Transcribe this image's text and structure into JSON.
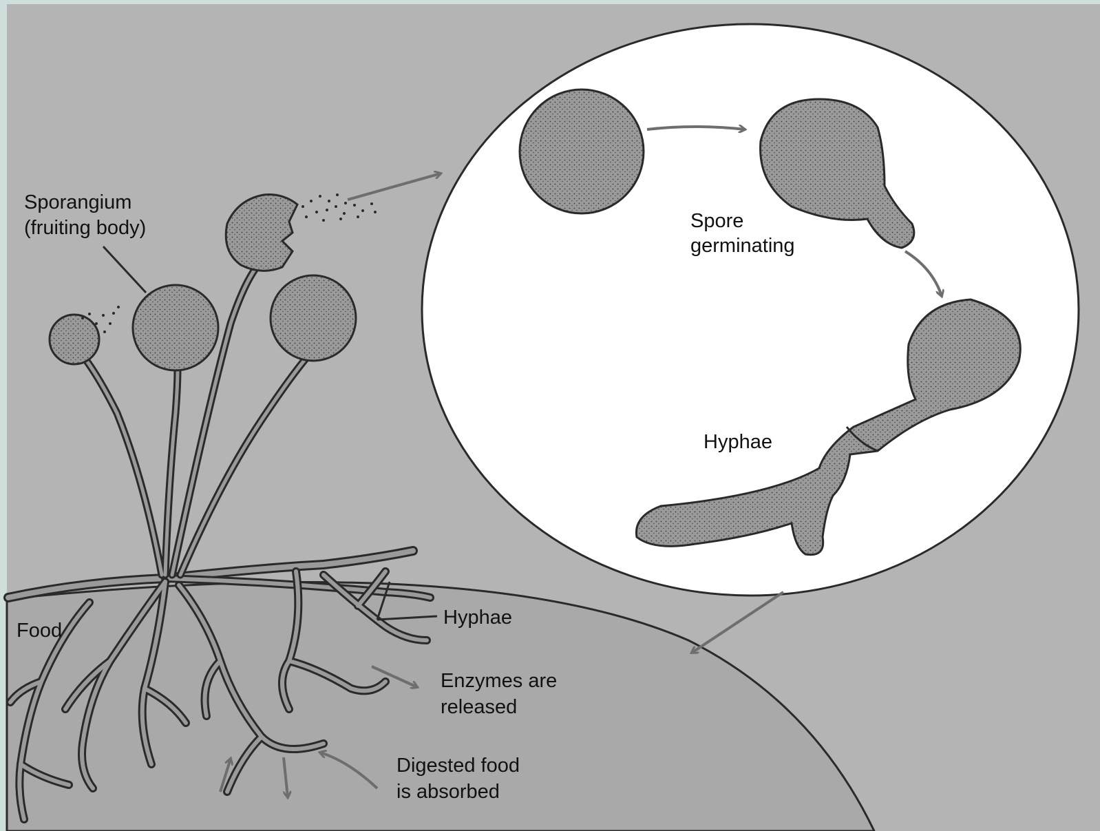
{
  "labels": {
    "sporangium_line1": "Sporangium",
    "sporangium_line2": "(fruiting body)",
    "spore_line1": "Spore",
    "spore_line2": "germinating",
    "hyphae_inset": "Hyphae",
    "food": "Food",
    "hyphae_main": "Hyphae",
    "enzymes_line1": "Enzymes are",
    "enzymes_line2": "released",
    "digested_line1": "Digested food",
    "digested_line2": "is absorbed"
  },
  "colors": {
    "page_background": "#b4b4b4",
    "outer_margin": "#cfdfdc",
    "inset_circle": "#ffffff",
    "cell_fill": "#9a9a9a",
    "outline": "#2a2a2a",
    "arrow": "#6e6e6e"
  }
}
